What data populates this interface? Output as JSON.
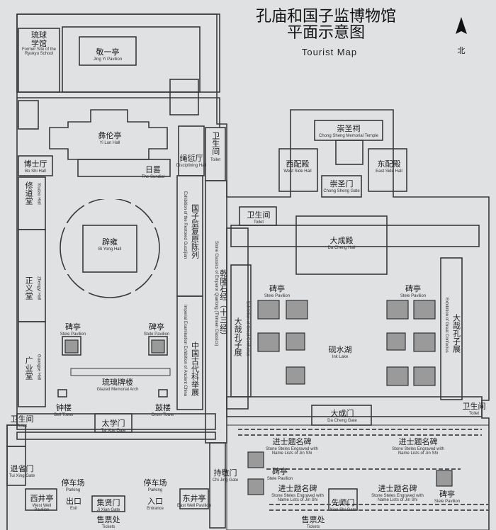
{
  "title": {
    "line1": "孔庙和国子监博物馆",
    "line2": "平面示意图",
    "english": "Tourist Map"
  },
  "north": {
    "label": "北"
  },
  "labels": {
    "liuqiu": {
      "zh": "琉球\n学馆",
      "en": "Former Site of the Ryukyu School"
    },
    "jingyi": {
      "zh": "敬一亭",
      "en": "Jing Yi Pavilion"
    },
    "yilun": {
      "zh": "彝伦亭",
      "en": "Yi Lun Hall"
    },
    "boshi": {
      "zh": "博士厅",
      "en": "Bo Shi Hall"
    },
    "riyu": {
      "zh": "日晷",
      "en": "The Sundial"
    },
    "shengqian": {
      "zh": "绳愆厅",
      "en": "Disciplining Hall"
    },
    "weishengjian1": {
      "zh": "卫生间",
      "en": "Toilet"
    },
    "chongsheng_ci": {
      "zh": "崇圣祠",
      "en": "Chong Sheng Memorial Temple"
    },
    "xipeidian": {
      "zh": "西配殿",
      "en": "West Side Hall"
    },
    "dongpeidian": {
      "zh": "东配殿",
      "en": "East Side Hall"
    },
    "chongsheng_men": {
      "zh": "崇圣门",
      "en": "Chong Sheng Gate"
    },
    "xiudao": {
      "zh": "修道堂",
      "en": "Xiudao Hall"
    },
    "biyong": {
      "zh": "辟雍",
      "en": "Bi Yong Hall"
    },
    "guozijian_exh": {
      "zh": "国子监复原陈列",
      "en": "Exhibition of the Restored Guozijian"
    },
    "weishengjian2": {
      "zh": "卫生间",
      "en": "Toilet"
    },
    "dachengdian": {
      "zh": "大成殿",
      "en": "Da Cheng Hall"
    },
    "stone_classics": {
      "en": "Stone Classics of Emperor Qianlong (Thirteen Classics)"
    },
    "qianlong": {
      "zh": "乾隆石经（十三经）"
    },
    "zhengyi": {
      "zh": "正义堂",
      "en": "Zhengyi Hall"
    },
    "keju_exh": {
      "zh": "中国古代科举展",
      "en": "Imperial Examination Exhibition of Ancient China"
    },
    "dacai_left": {
      "zh": "大哉孔子展",
      "en": "Exhibition of Great Confucius"
    },
    "dacai_right": {
      "zh": "大哉孔子展",
      "en": "Exhibition of Great Confucius"
    },
    "beiting1": {
      "zh": "碑亭",
      "en": "Stele Pavilion"
    },
    "beiting2": {
      "zh": "碑亭",
      "en": "Stele Pavilion"
    },
    "beiting3": {
      "zh": "碑亭",
      "en": "Stele Pavilion"
    },
    "beiting4": {
      "zh": "碑亭",
      "en": "Stele Pavilion"
    },
    "beiting5": {
      "zh": "碑亭",
      "en": "Stele Pavilion"
    },
    "beiting6": {
      "zh": "碑亭",
      "en": "Stele Pavilion"
    },
    "yanshui": {
      "zh": "砚水湖",
      "en": "Ink Lake"
    },
    "guangye": {
      "zh": "广业堂",
      "en": "Guangye Hall"
    },
    "liuli": {
      "zh": "琉璃牌楼",
      "en": "Glazed Memorial Arch"
    },
    "zhonglou": {
      "zh": "钟楼",
      "en": "Bell Tower"
    },
    "gulou": {
      "zh": "鼓楼",
      "en": "Drum Tower"
    },
    "weishengjian3": {
      "zh": "卫生间",
      "en": "Toilet"
    },
    "weishengjian4": {
      "zh": "卫生间",
      "en": "Toilet"
    },
    "taixue": {
      "zh": "太学门",
      "en": "Tai Xue Gate"
    },
    "dachengmen": {
      "zh": "大成门",
      "en": "Da Cheng Gate"
    },
    "jinshi1": {
      "zh": "进士题名碑",
      "en": "Stone Steles Engraved with Name Lists of Jin Shi"
    },
    "jinshi2": {
      "zh": "进士题名碑",
      "en": "Stone Steles Engraved with Name Lists of Jin Shi"
    },
    "jinshi3": {
      "zh": "进士题名碑",
      "en": "Stone Steles Engraved with Name Lists of Jin Shi"
    },
    "jinshi4": {
      "zh": "进士题名碑",
      "en": "Stone Steles Engraved with Name Lists of Jin Shi"
    },
    "tuixing": {
      "zh": "退省门",
      "en": "Tui Xing Gate"
    },
    "tingchechang1": {
      "zh": "停车场",
      "en": "Parking"
    },
    "tingchechang2": {
      "zh": "停车场",
      "en": "Parking"
    },
    "chukou": {
      "zh": "出口",
      "en": "Exit"
    },
    "jixian": {
      "zh": "集贤门",
      "en": "Ji Xian Gate"
    },
    "rukou": {
      "zh": "入口",
      "en": "Entrance"
    },
    "chijing": {
      "zh": "持敬门",
      "en": "Chi Jing Gate"
    },
    "xijing": {
      "zh": "西井亭",
      "en": "West Well Pavilion"
    },
    "dongjing": {
      "zh": "东井亭",
      "en": "East Well Pavilion"
    },
    "xianshi": {
      "zh": "先师门",
      "en": "Xian Shi Gate"
    },
    "shoupiao1": {
      "zh": "售票处",
      "en": "Tickets"
    },
    "shoupiao2": {
      "zh": "售票处",
      "en": "Tickets"
    }
  }
}
